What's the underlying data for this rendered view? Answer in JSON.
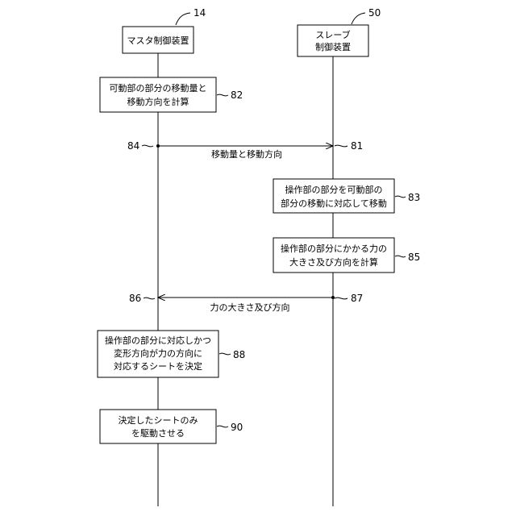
{
  "actors": {
    "master": {
      "label": "マスタ制御装置",
      "ref": "14"
    },
    "slave": {
      "label_line1": "スレーブ",
      "label_line2": "制御装置",
      "ref": "50"
    }
  },
  "steps": {
    "s82": {
      "line1": "可動部の部分の移動量と",
      "line2": "移動方向を計算",
      "ref": "82"
    },
    "s83": {
      "line1": "操作部の部分を可動部の",
      "line2": "部分の移動に対応して移動",
      "ref": "83"
    },
    "s85": {
      "line1": "操作部の部分にかかる力の",
      "line2": "大きさ及び方向を計算",
      "ref": "85"
    },
    "s88": {
      "line1": "操作部の部分に対応しかつ",
      "line2": "変形方向が力の方向に",
      "line3": "対応するシートを決定",
      "ref": "88"
    },
    "s90": {
      "line1": "決定したシートのみ",
      "line2": "を駆動させる",
      "ref": "90"
    }
  },
  "messages": {
    "m1": {
      "label": "移動量と移動方向",
      "ref_start": "84",
      "ref_end": "81"
    },
    "m2": {
      "label": "力の大きさ及び方向",
      "ref_start": "87",
      "ref_end": "86"
    }
  }
}
